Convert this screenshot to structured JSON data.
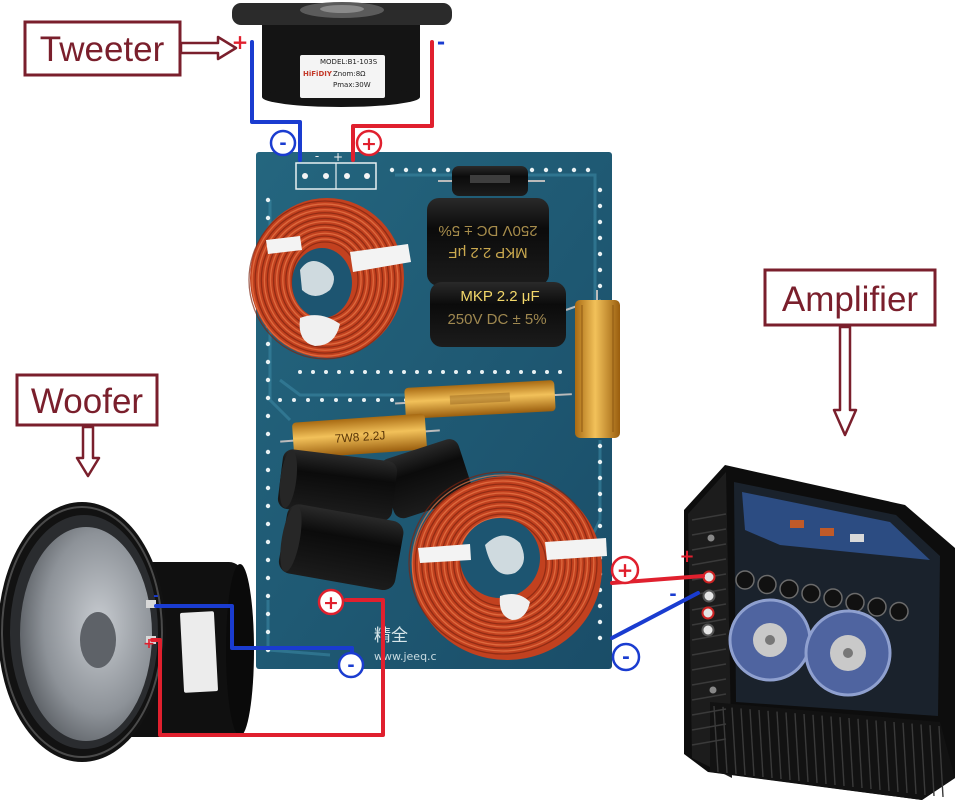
{
  "labels": {
    "tweeter": "Tweeter",
    "woofer": "Woofer",
    "amplifier": "Amplifier"
  },
  "polarity": {
    "plus": "+",
    "minus": "-"
  },
  "tweeter": {
    "brand": "HiFiDIY",
    "model": "MODEL:B1-103S",
    "impedance": "Znom:8Ω",
    "power": "Pmax:30W"
  },
  "capacitors": [
    {
      "value": "MKP  2.2 μF",
      "rating": "250V DC ± 5%"
    },
    {
      "value": "MKP  2.2 μF",
      "rating": "250V DC ± 5%"
    }
  ],
  "resistors": [
    {
      "marking": "7W8 2.2J"
    }
  ],
  "board": {
    "maker": "精全",
    "url": "www.jeeq.c"
  },
  "colors": {
    "label": "#7a1f2c",
    "positive_wire": "#e0202e",
    "negative_wire": "#1a3cd0",
    "pcb": "#1f5b78",
    "copper": "#c2411f",
    "resistor": "#d4962a"
  }
}
